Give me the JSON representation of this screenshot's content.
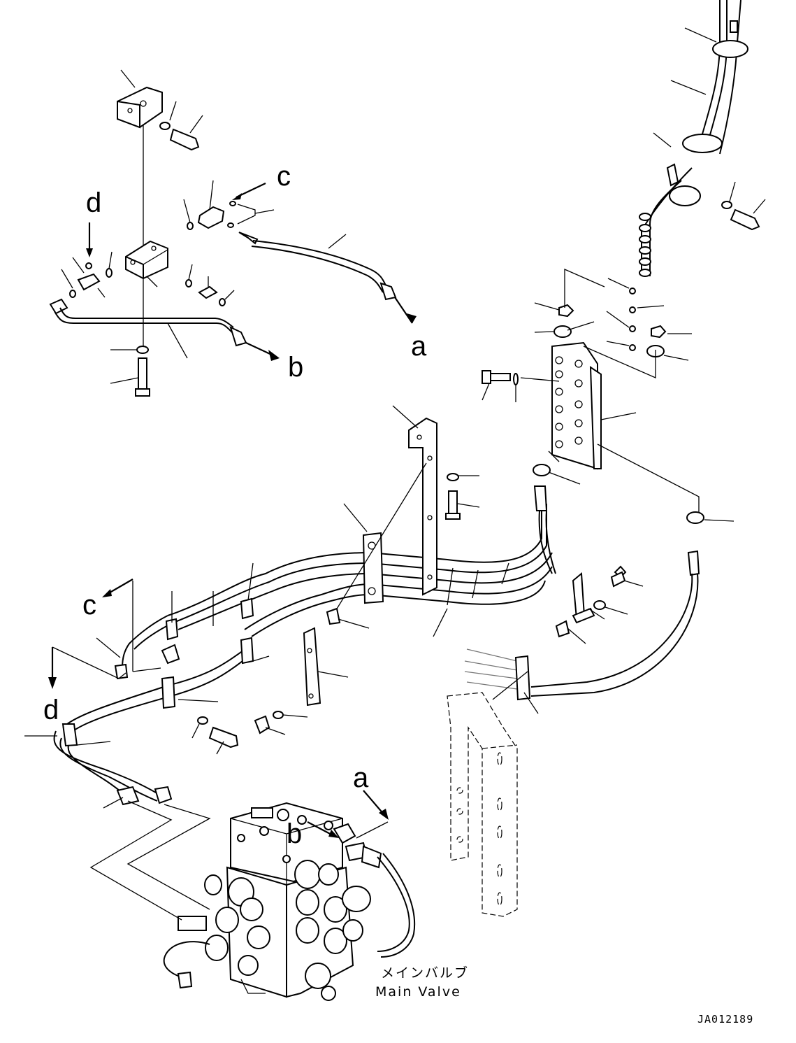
{
  "labels": {
    "a_top": "a",
    "b_top": "b",
    "c_top": "c",
    "d_top": "d",
    "c_left": "c",
    "d_left": "d",
    "a_bottom": "a",
    "b_bottom": "b"
  },
  "caption": {
    "jp": "メインバルブ",
    "en": "Main Valve"
  },
  "reference": "JA012189"
}
